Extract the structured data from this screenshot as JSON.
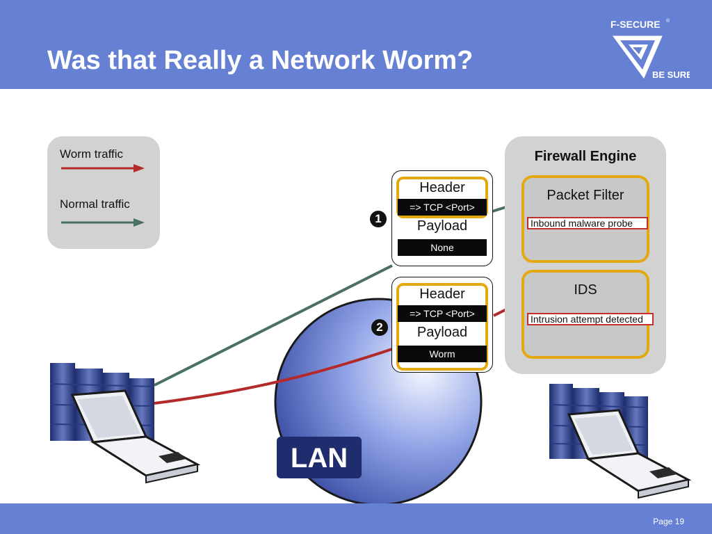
{
  "slide": {
    "title": "Was that Really a Network Worm?",
    "page_label": "Page 19"
  },
  "logo": {
    "brand": "F-SECURE",
    "registered_mark": "®",
    "tagline": "BE SURE."
  },
  "legend": {
    "items": [
      {
        "label": "Worm traffic",
        "color": "#b22a2a"
      },
      {
        "label": "Normal traffic",
        "color": "#4a7060"
      }
    ]
  },
  "firewall_engine": {
    "title": "Firewall Engine",
    "modules": [
      {
        "name": "Packet Filter",
        "alert": "Inbound malware probe"
      },
      {
        "name": "IDS",
        "alert": "Intrusion attempt detected"
      }
    ]
  },
  "packets": [
    {
      "number": "1",
      "header_label": "Header",
      "header_value": "=> TCP <Port>",
      "payload_label": "Payload",
      "payload_value": "None",
      "flow": "normal"
    },
    {
      "number": "2",
      "header_label": "Header",
      "header_value": "=> TCP <Port>",
      "payload_label": "Payload",
      "payload_value": "Worm",
      "flow": "worm"
    }
  ],
  "network": {
    "label": "LAN"
  },
  "colors": {
    "header_blue": "#6680d4",
    "module_border": "#e3a812",
    "worm_arrow": "#b22a2a",
    "normal_arrow": "#4a7060"
  },
  "icons": [
    "f-secure-logo-icon",
    "server-rack-icon",
    "laptop-icon"
  ]
}
